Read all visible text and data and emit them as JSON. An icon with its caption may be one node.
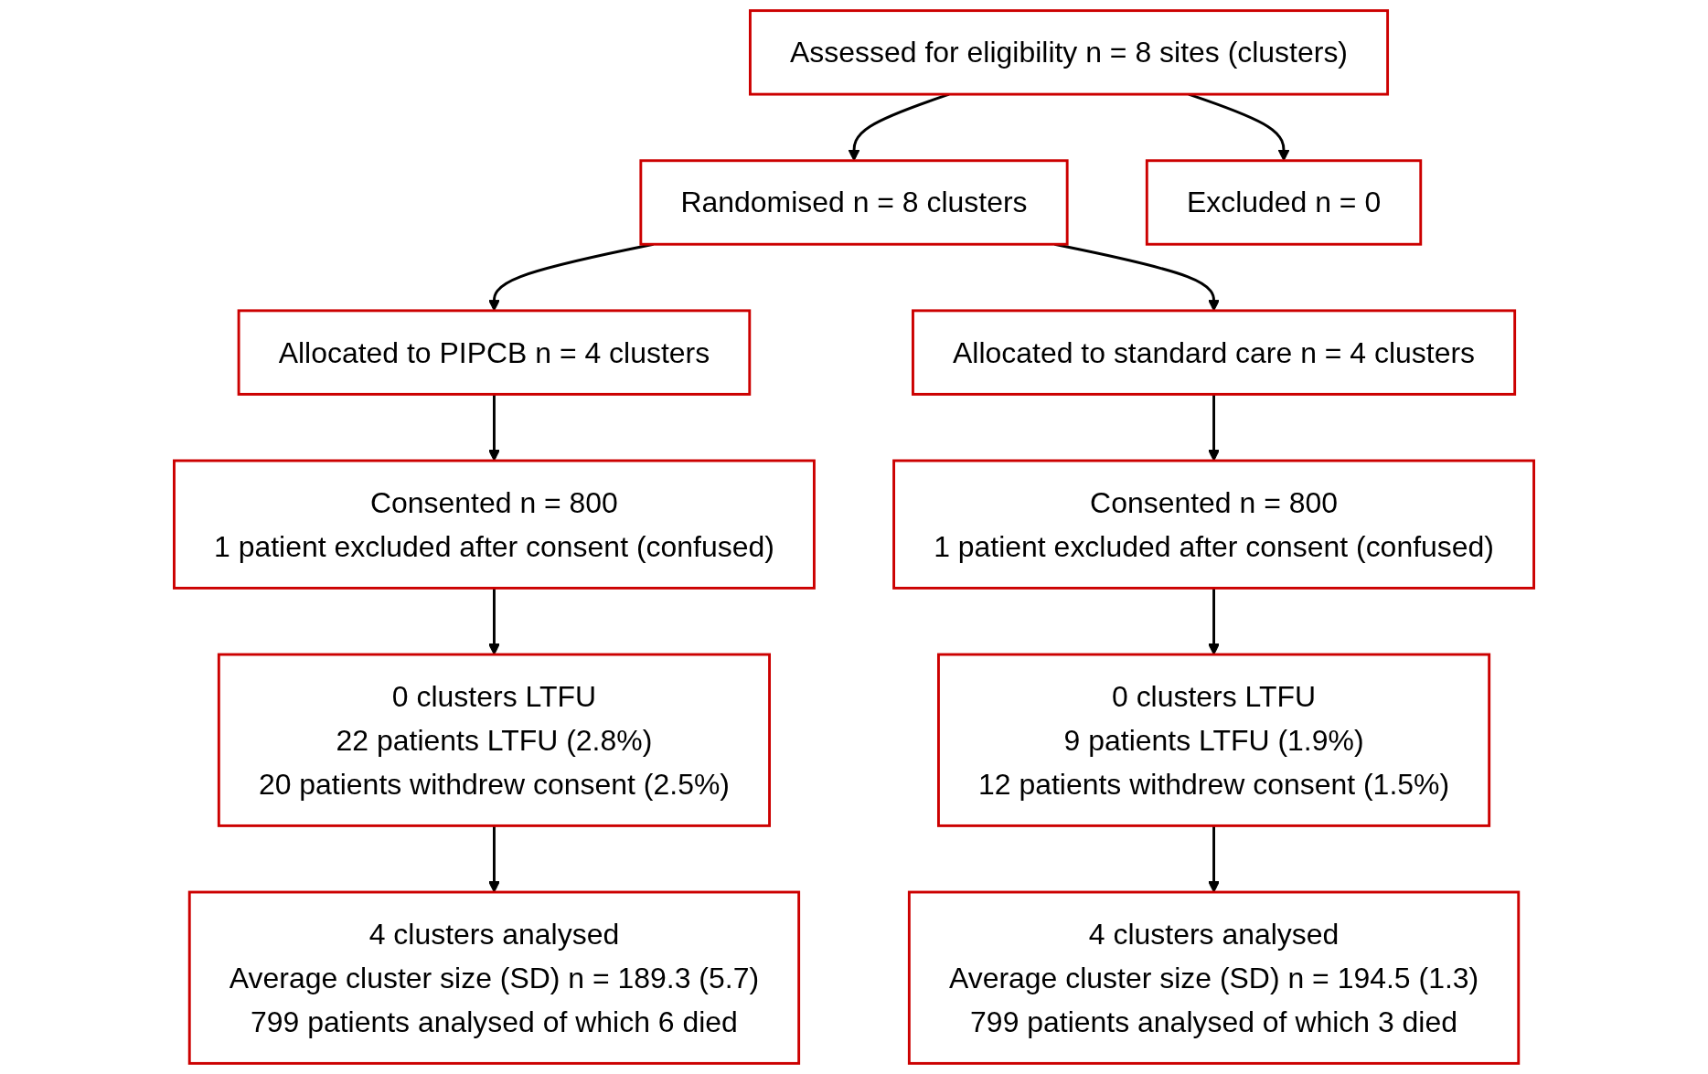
{
  "diagram": {
    "nodes": [
      {
        "text": [
          "Assessed for eligibility n = 8 sites (clusters)"
        ]
      },
      {
        "text": [
          "Randomised n = 8 clusters"
        ]
      },
      {
        "text": [
          "Excluded n = 0"
        ]
      },
      {
        "text": [
          "Allocated to PIPCB n = 4 clusters"
        ]
      },
      {
        "text": [
          "Allocated to standard care n = 4 clusters"
        ]
      },
      {
        "text": [
          "Consented n = 800",
          "1 patient excluded after consent (confused)"
        ]
      },
      {
        "text": [
          "Consented n = 800",
          "1 patient excluded after consent (confused)"
        ]
      },
      {
        "text": [
          "0 clusters LTFU",
          "22 patients LTFU (2.8%)",
          "20 patients withdrew consent (2.5%)"
        ]
      },
      {
        "text": [
          "0 clusters LTFU",
          "9 patients LTFU (1.9%)",
          "12 patients withdrew consent (1.5%)"
        ]
      },
      {
        "text": [
          "4 clusters analysed",
          "Average cluster size (SD) n = 189.3 (5.7)",
          "799 patients analysed of which 6 died"
        ]
      },
      {
        "text": [
          "4 clusters analysed",
          "Average cluster size (SD) n = 194.5 (1.3)",
          "799 patients analysed of which 3 died"
        ]
      }
    ],
    "edges": [
      {
        "from": 0,
        "to": 1,
        "arrow": "to"
      },
      {
        "from": 0,
        "to": 2,
        "arrow": "to"
      },
      {
        "from": 1,
        "to": 3,
        "arrow": "to"
      },
      {
        "from": 1,
        "to": 4,
        "arrow": "to"
      },
      {
        "from": 3,
        "to": 5,
        "arrow": "to"
      },
      {
        "from": 4,
        "to": 6,
        "arrow": "to"
      },
      {
        "from": 5,
        "to": 7,
        "arrow": "to"
      },
      {
        "from": 6,
        "to": 8,
        "arrow": "to"
      },
      {
        "from": 7,
        "to": 9,
        "arrow": "to"
      },
      {
        "from": 8,
        "to": 10,
        "arrow": "to"
      }
    ]
  }
}
